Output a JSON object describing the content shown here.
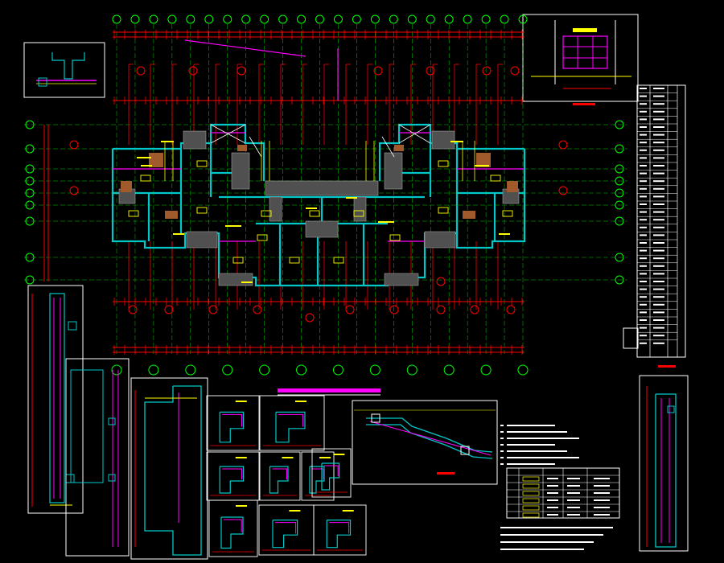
{
  "drawing": {
    "main_plan_title": "",
    "detail_sheet_title": "",
    "section_label": "",
    "legend_title": "",
    "notes_label": ""
  },
  "colors": {
    "background": "#000000",
    "axis": "#00ff00",
    "dimension": "#ff0000",
    "wall": "#00c8c8",
    "annotation": "#ffff00",
    "rebar": "#ff00ff",
    "frame": "#ffffff",
    "hatch": "#808080"
  },
  "grid_axes": {
    "top_count": 23,
    "left_count": 9,
    "bottom_count": 12
  }
}
